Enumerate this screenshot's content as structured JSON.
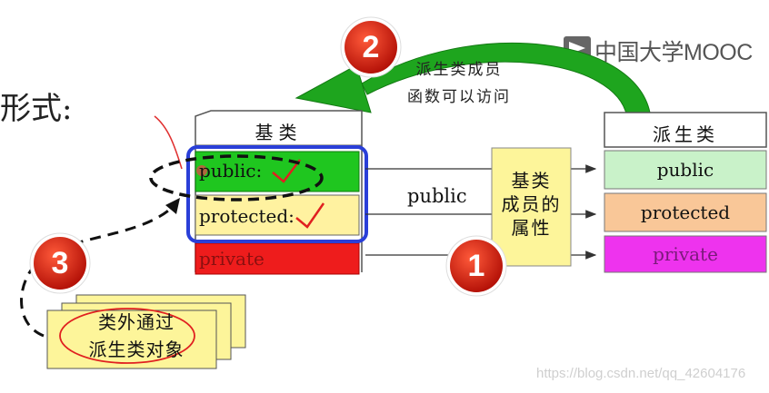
{
  "title": "形式:",
  "logo_text": "中国大学MOOC",
  "watermark": "https://blog.csdn.net/qq_42604176",
  "caption_lines": [
    "派生类成员",
    "函数可以访问"
  ],
  "base_class": {
    "title": "基类",
    "rows": [
      {
        "label": "public:",
        "color": "#1fc61f"
      },
      {
        "label": "protected:",
        "color": "#fff2a0"
      },
      {
        "label": "private",
        "color": "#ee1c1c"
      }
    ]
  },
  "inheritance_label": "public",
  "attributes_box_lines": [
    "基类",
    "成员的",
    "属性"
  ],
  "derived_class": {
    "title": "派生类",
    "rows": [
      {
        "label": "public",
        "color": "#c9f2c9"
      },
      {
        "label": "protected",
        "color": "#f9c798"
      },
      {
        "label": "private",
        "color": "#ee33ee"
      }
    ]
  },
  "outside_note_lines": [
    "类外通过",
    "派生类对象"
  ],
  "step_numbers": [
    "1",
    "2",
    "3"
  ],
  "colors": {
    "badge_red": "#d01a10",
    "arrow_green": "#1ea51e",
    "selection_blue": "#2a3fd8",
    "note_yellow": "#fdf59a"
  }
}
